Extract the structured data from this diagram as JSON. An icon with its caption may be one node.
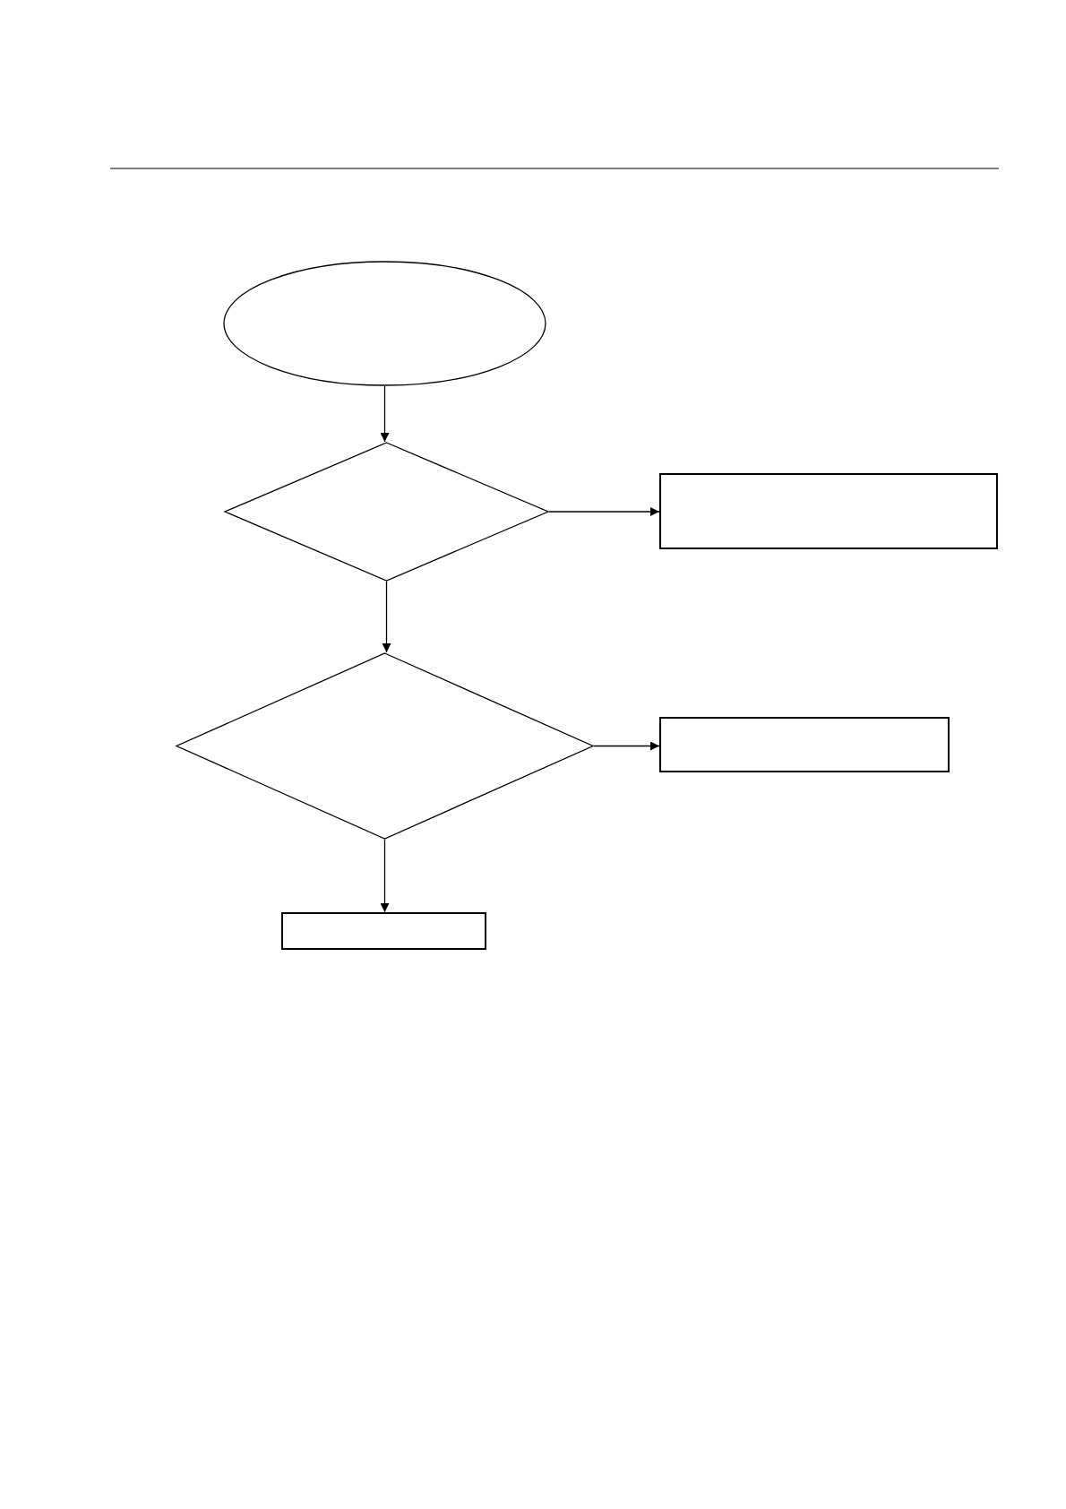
{
  "diagram": {
    "nodes": [
      {
        "text": [],
        "shape": "ellipse"
      },
      {
        "text": [],
        "shape": "diamond"
      },
      {
        "text": [],
        "shape": "box"
      },
      {
        "text": [],
        "shape": "diamond"
      },
      {
        "text": [],
        "shape": "box"
      },
      {
        "text": [],
        "shape": "box"
      }
    ],
    "edges": [
      {
        "from": 0,
        "to": 1,
        "arrow": "to"
      },
      {
        "from": 1,
        "to": 2,
        "arrow": "to"
      },
      {
        "from": 1,
        "to": 3,
        "arrow": "to"
      },
      {
        "from": 3,
        "to": 4,
        "arrow": "to"
      },
      {
        "from": 3,
        "to": 5,
        "arrow": "to"
      }
    ]
  }
}
